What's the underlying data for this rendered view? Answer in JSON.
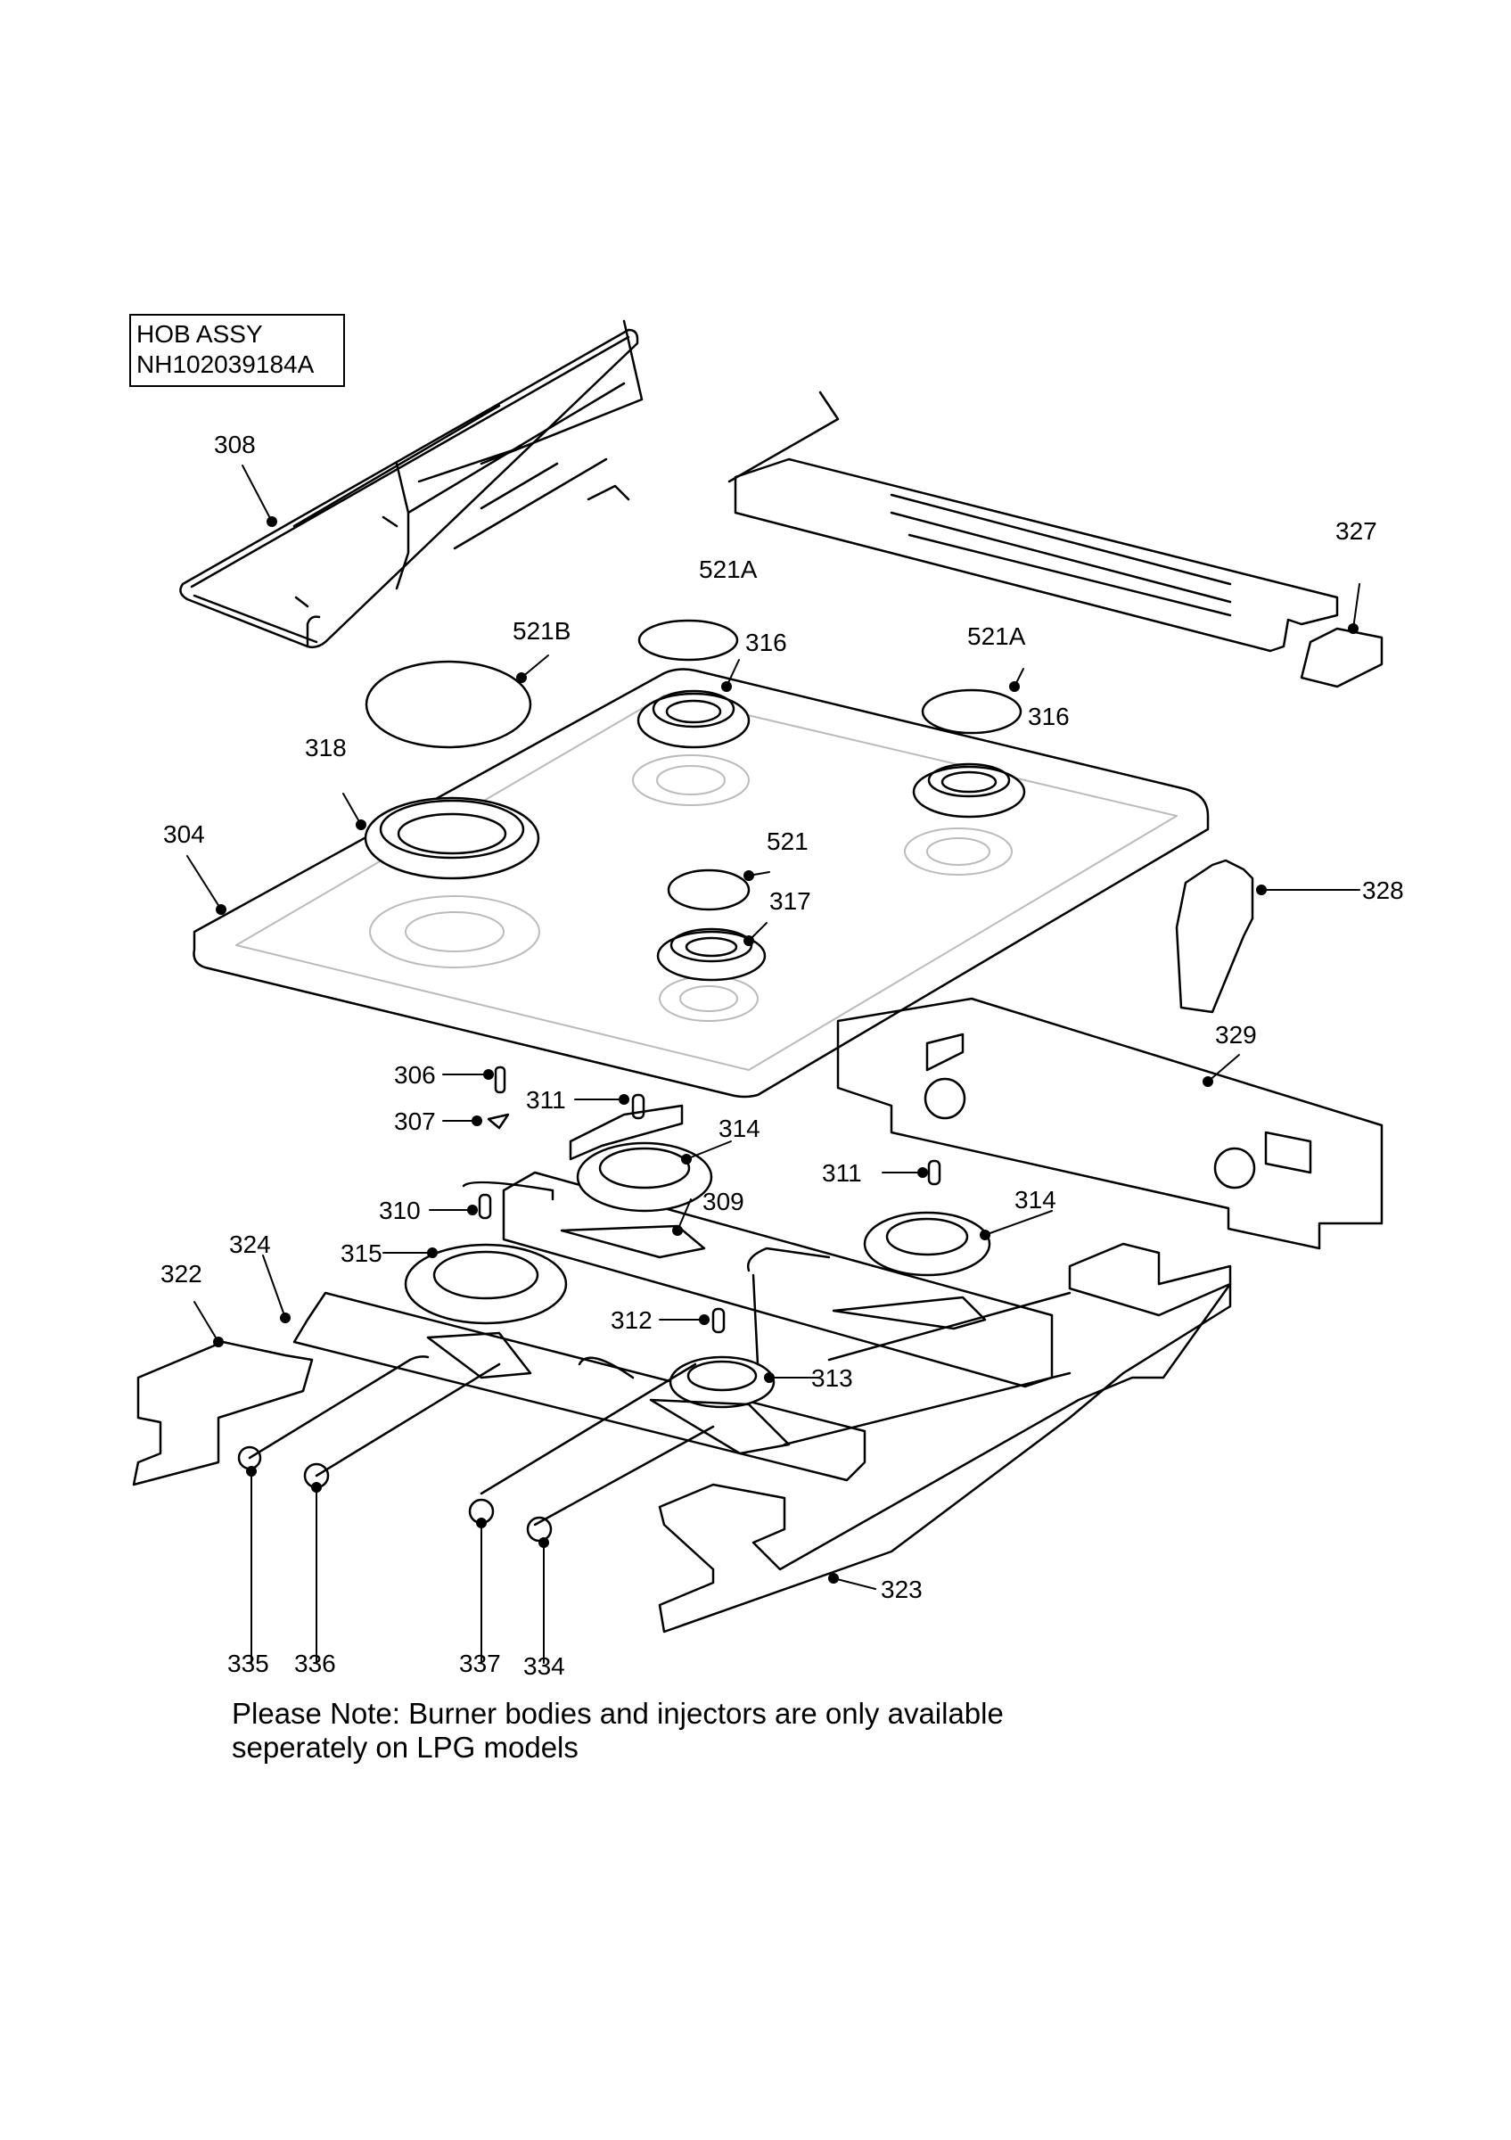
{
  "title": {
    "line1": "HOB ASSY",
    "line2": "NH102039184A"
  },
  "note": {
    "line1": "Please Note: Burner bodies and injectors are only available",
    "line2": "seperately on LPG models"
  },
  "callouts": [
    {
      "id": "c308",
      "label": "308"
    },
    {
      "id": "c327",
      "label": "327"
    },
    {
      "id": "c521A_1",
      "label": "521A"
    },
    {
      "id": "c521B",
      "label": "521B"
    },
    {
      "id": "c316_1",
      "label": "316"
    },
    {
      "id": "c521A_2",
      "label": "521A"
    },
    {
      "id": "c316_2",
      "label": "316"
    },
    {
      "id": "c318",
      "label": "318"
    },
    {
      "id": "c304",
      "label": "304"
    },
    {
      "id": "c521",
      "label": "521"
    },
    {
      "id": "c317",
      "label": "317"
    },
    {
      "id": "c328",
      "label": "328"
    },
    {
      "id": "c329",
      "label": "329"
    },
    {
      "id": "c306",
      "label": "306"
    },
    {
      "id": "c311_1",
      "label": "311"
    },
    {
      "id": "c307",
      "label": "307"
    },
    {
      "id": "c314_1",
      "label": "314"
    },
    {
      "id": "c311_2",
      "label": "311"
    },
    {
      "id": "c310",
      "label": "310"
    },
    {
      "id": "c309",
      "label": "309"
    },
    {
      "id": "c314_2",
      "label": "314"
    },
    {
      "id": "c324",
      "label": "324"
    },
    {
      "id": "c315",
      "label": "315"
    },
    {
      "id": "c322",
      "label": "322"
    },
    {
      "id": "c312",
      "label": "312"
    },
    {
      "id": "c313",
      "label": "313"
    },
    {
      "id": "c323",
      "label": "323"
    },
    {
      "id": "c335",
      "label": "335"
    },
    {
      "id": "c336",
      "label": "336"
    },
    {
      "id": "c337",
      "label": "337"
    },
    {
      "id": "c334",
      "label": "334"
    }
  ]
}
